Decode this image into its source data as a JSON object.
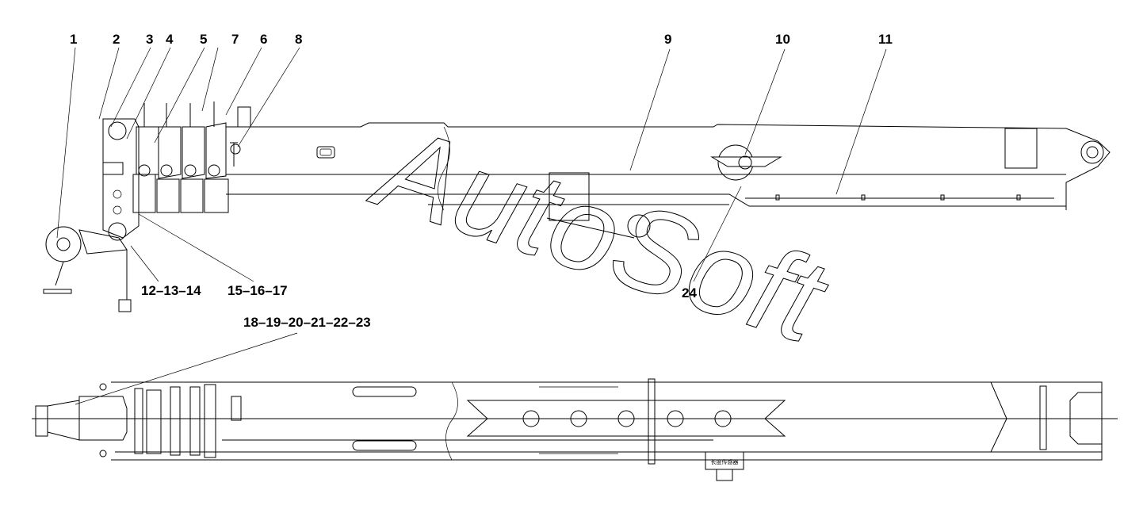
{
  "callouts": {
    "c1": "1",
    "c2": "2",
    "c3": "3",
    "c4": "4",
    "c5": "5",
    "c6": "6",
    "c7": "7",
    "c8": "8",
    "c9": "9",
    "c10": "10",
    "c11": "11",
    "c12_14": "12–13–14",
    "c15_17": "15–16–17",
    "c18_23": "18–19–20–21–22–23",
    "c24": "24"
  },
  "watermark": "AutoSoft",
  "sensor_label": "长度传感器"
}
